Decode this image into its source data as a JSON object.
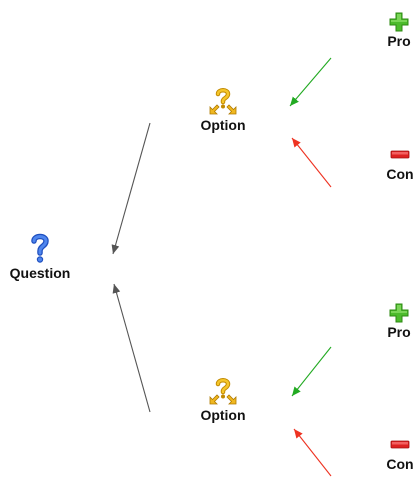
{
  "question": {
    "label": "Question",
    "icon": "question-mark-icon",
    "color": "#2a5fd6"
  },
  "options": [
    {
      "label": "Option",
      "icon": "option-branch-icon",
      "pro": {
        "label": "Pro",
        "icon": "plus-icon"
      },
      "con": {
        "label": "Con",
        "icon": "minus-icon"
      }
    },
    {
      "label": "Option",
      "icon": "option-branch-icon",
      "pro": {
        "label": "Pro",
        "icon": "plus-icon"
      },
      "con": {
        "label": "Con",
        "icon": "minus-icon"
      }
    }
  ],
  "colors": {
    "question_link": "#555555",
    "pro_link": "#22aa22",
    "con_link": "#ee3322",
    "pro_icon": "#4cbb2c",
    "con_icon": "#dd2222",
    "option_icon": "#e8b41a"
  }
}
